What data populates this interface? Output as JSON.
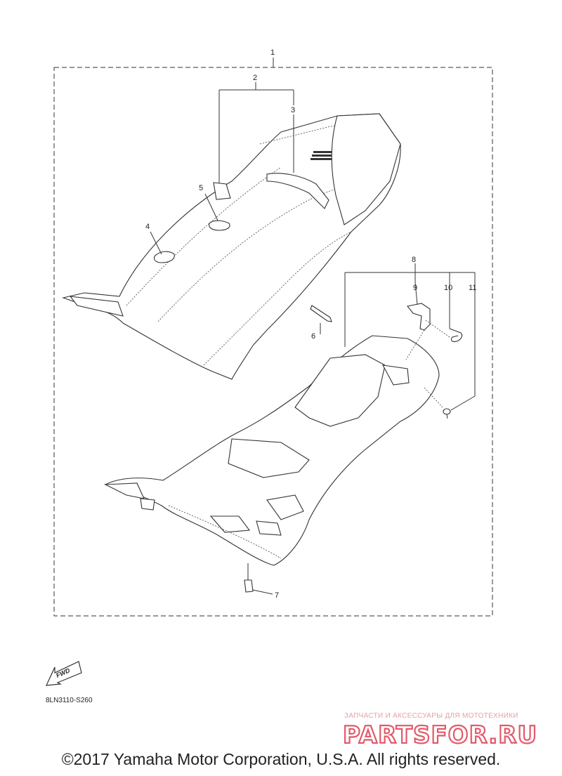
{
  "callouts": {
    "c1": "1",
    "c2": "2",
    "c3": "3",
    "c4": "4",
    "c5": "5",
    "c6": "6",
    "c7": "7",
    "c8": "8",
    "c9": "9",
    "c10": "10",
    "c11": "11"
  },
  "fwd_label": "FWD",
  "diagram_code": "8LN3110-S260",
  "watermark": {
    "subtitle": "ЗАПЧАСТИ И АКСЕССУАРЫ ДЛЯ МОТОТЕХНИКИ",
    "brand": "PARTSFOR.RU",
    "color": "#e25a6b"
  },
  "copyright": "©2017 Yamaha Motor Corporation, U.S.A. All rights reserved."
}
